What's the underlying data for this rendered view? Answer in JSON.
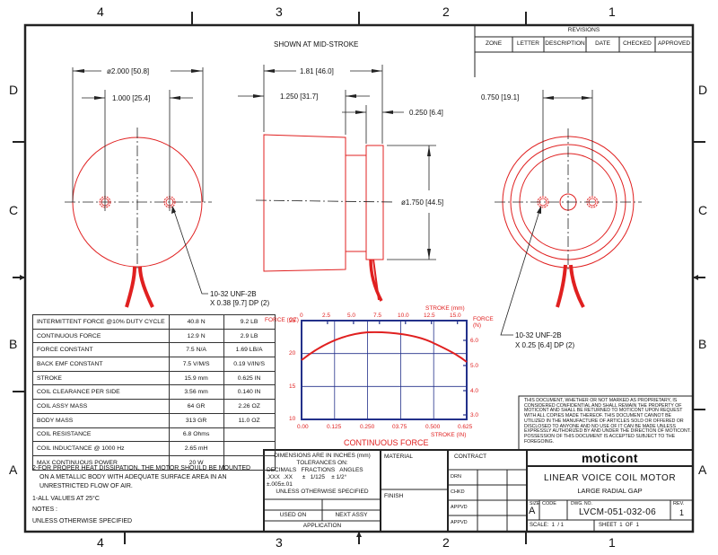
{
  "frame": {
    "zone_columns": [
      "4",
      "3",
      "2",
      "1"
    ],
    "zone_rows": [
      "D",
      "C",
      "B",
      "A"
    ]
  },
  "revisions": {
    "title": "REVISIONS",
    "columns": [
      "ZONE",
      "LETTER",
      "DESCRIPTION",
      "DATE",
      "CHECKED",
      "APPROVED"
    ]
  },
  "views": {
    "caption": "SHOWN AT MID-STROKE",
    "front_left": {
      "dim_outer": "ø2.000 [50.8]",
      "dim_holes": "1.000 [25.4]",
      "callout_line1": "10-32 UNF-2B",
      "callout_line2": "X 0.38 [9.7] DP (2)"
    },
    "side": {
      "dim_overall": "1.81 [46.0]",
      "dim_body": "1.250 [31.7]",
      "dim_flange": "0.250 [6.4]",
      "dim_diameter": "ø1.750 [44.5]"
    },
    "front_right": {
      "dim_holes": "0.750 [19.1]",
      "callout_line1": "10-32 UNF-2B",
      "callout_line2": "X 0.25 [6.4] DP (2)"
    }
  },
  "spec_table": {
    "rows": [
      {
        "label": "INTERMITTENT FORCE @10% DUTY CYCLE",
        "metric": "40.8 N",
        "imperial": "9.2 LB"
      },
      {
        "label": "CONTINUOUS FORCE",
        "metric": "12.9 N",
        "imperial": "2.9 LB"
      },
      {
        "label": "FORCE CONSTANT",
        "metric": "7.5 N/A",
        "imperial": "1.69 LB/A"
      },
      {
        "label": "BACK EMF CONSTANT",
        "metric": "7.5 V/M/S",
        "imperial": "0.19 V/IN/S"
      },
      {
        "label": "STROKE",
        "metric": "15.9 mm",
        "imperial": "0.625 IN"
      },
      {
        "label": "COIL CLEARANCE PER SIDE",
        "metric": "3.56 mm",
        "imperial": "0.140 IN"
      },
      {
        "label": "COIL ASSY MASS",
        "metric": "64 GR",
        "imperial": "2.26 OZ"
      },
      {
        "label": "BODY MASS",
        "metric": "313 GR",
        "imperial": "11.0 OZ"
      },
      {
        "label": "COIL RESISTANCE",
        "metric": "6.8 Ohms",
        "imperial": ""
      },
      {
        "label": "COIL INDUCTANCE @ 1000 Hz",
        "metric": "2.65 mH",
        "imperial": ""
      },
      {
        "label": "MAX CONTINUOUS POWER",
        "metric": "20 W",
        "imperial": ""
      }
    ]
  },
  "notes": {
    "note2_line1": "2-FOR PROPER HEAT DISSIPATION, THE MOTOR SHOULD BE MOUNTED",
    "note2_line2": "ON A METALLIC BODY WITH ADEQUATE SURFACE AREA IN AN",
    "note2_line3": "UNRESTRICTED FLOW OF AIR.",
    "note1": "1-ALL VALUES AT 25°C",
    "notes_label": "NOTES :",
    "unless": "UNLESS OTHERWISE SPECIFIED"
  },
  "chart_data": {
    "type": "line",
    "title": "CONTINUOUS FORCE",
    "xlabel": "STROKE (IN)",
    "x2label": "STROKE (mm)",
    "ylabel": "FORCE (OZ)",
    "y2label": "FORCE (N)",
    "x_ticks": [
      "0.00",
      "0.125",
      "0.250",
      "03.75",
      "0.500",
      "0.625"
    ],
    "x2_ticks": [
      "0",
      "2.5",
      "5.0",
      "7.5",
      "10.0",
      "12.5",
      "15.0"
    ],
    "y_ticks": [
      "10",
      "15",
      "20",
      "25"
    ],
    "y2_ticks": [
      "3.0",
      "4.0",
      "5.0",
      "6.0"
    ],
    "xlim": [
      0,
      0.625
    ],
    "ylim": [
      10,
      25
    ],
    "grid": true,
    "series": [
      {
        "name": "Continuous Force",
        "x": [
          0.0,
          0.0625,
          0.125,
          0.1875,
          0.25,
          0.3125,
          0.375,
          0.4375,
          0.5,
          0.5625,
          0.625
        ],
        "values": [
          18.0,
          20.0,
          21.5,
          22.5,
          23.0,
          23.1,
          22.9,
          22.4,
          21.6,
          20.5,
          19.0
        ]
      }
    ],
    "line_color": "#e02020",
    "axis_color": "#23318a"
  },
  "tolerance_block": {
    "line1": "DIMENSIONS ARE IN INCHES (mm)",
    "line2": "TOLERANCES ON:",
    "line3": "DECIMALS   FRACTIONS   ANGLES",
    "line4": ".XXX  .XX      ±   1/125    ± 1/2°",
    "line5": "±.005±.01",
    "line6": "UNLESS OTHERWISE SPECIFIED",
    "used_on": "USED ON",
    "next_assy": "NEXT ASSY",
    "application": "APPLICATION"
  },
  "material_block": {
    "material": "MATERIAL",
    "finish": "FINISH"
  },
  "approvals": {
    "contract": "CONTRACT",
    "rows": [
      "DRN",
      "CHKD",
      "APPVD",
      "APPVD"
    ]
  },
  "proprietary_notice": "THIS DOCUMENT, WHETHER OR NOT MARKED AS PROPRIETARY, IS CONSIDERED CONFIDENTIAL AND SHALL REMAIN THE PROPERTY OF MOTICONT AND SHALL BE RETURNED TO MOTICONT UPON REQUEST WITH ALL COPIES MADE THEREOF. THIS DOCUMENT CANNOT BE UTILIZED IN THE MANUFACTURE OF ARTICLES SOLD OR OFFERED OR DISCLOSED TO ANYONE AND NO USE OF IT CAN BE MADE UNLESS EXPRESSLY AUTHORIZED BY AND UNDER THE DIRECTION OF MOTICONT. POSSESSION OF THIS DOCUMENT IS ACCEPTED SUBJECT TO THE FOREGOING.",
  "title_block": {
    "company": "moticont",
    "title": "LINEAR VOICE COIL MOTOR",
    "subtitle": "LARGE RADIAL GAP",
    "size_label": "SIZE",
    "size": "A",
    "code_label": "CODE",
    "dwg_label": "DWG. NO.",
    "dwg_no": "LVCM-051-032-06",
    "rev_label": "REV.",
    "rev": "1",
    "scale": "SCALE:  1  / 1",
    "sheet": "SHEET  1  OF  1"
  }
}
